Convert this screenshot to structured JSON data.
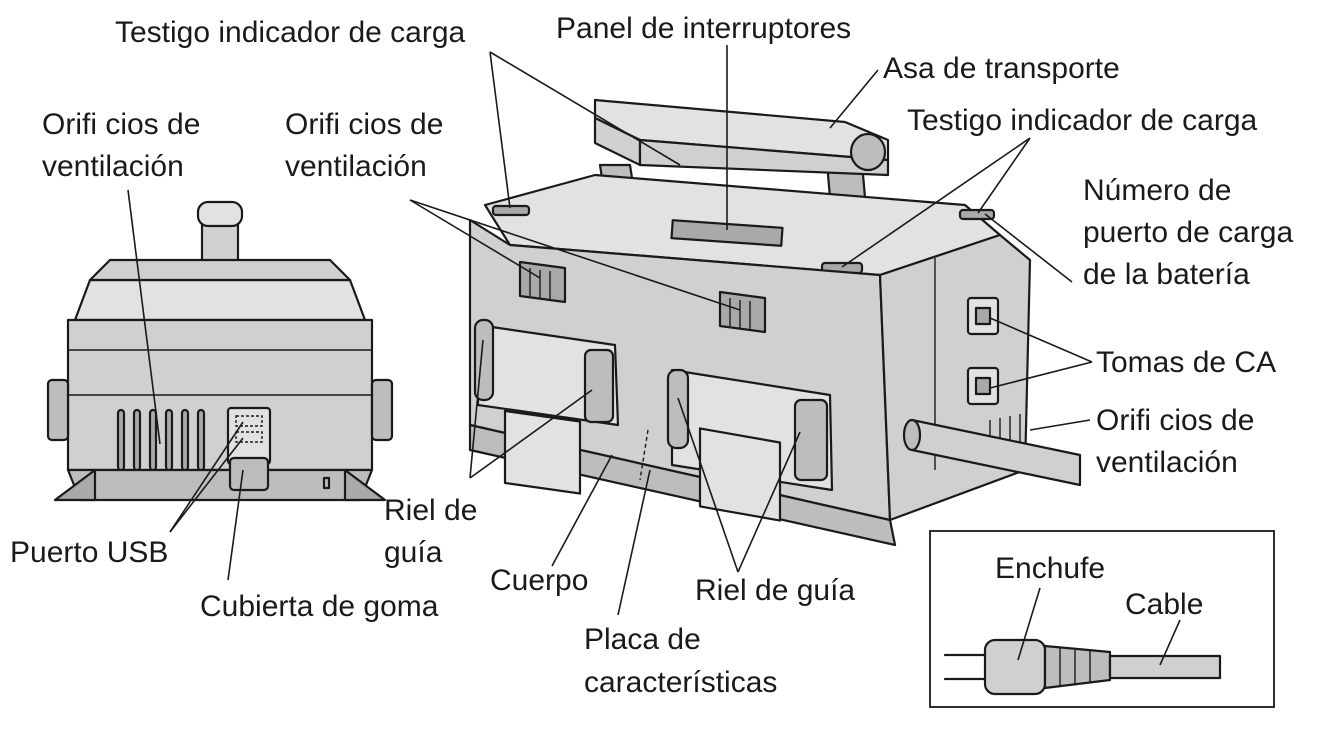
{
  "labels": {
    "charge_indicator_left": "Testigo indicador de carga",
    "switch_panel": "Panel de interruptores",
    "carry_handle": "Asa de transporte",
    "charge_indicator_right": "Testigo indicador de carga",
    "vents_left_1": "Orifi cios de",
    "vents_left_2": "ventilación",
    "vents_mid_1": "Orifi cios de",
    "vents_mid_2": "ventilación",
    "port_number_1": "Número de",
    "port_number_2": "puerto de carga",
    "port_number_3": "de la batería",
    "ac_outlets": "Tomas de CA",
    "vents_right_1": "Orifi cios de",
    "vents_right_2": "ventilación",
    "usb_port": "Puerto USB",
    "rubber_cover": "Cubierta de goma",
    "guide_rail_left_1": "Riel de",
    "guide_rail_left_2": "guía",
    "body": "Cuerpo",
    "guide_rail_right": "Riel de guía",
    "rating_plate_1": "Placa de",
    "rating_plate_2": "características",
    "plug": "Enchufe",
    "cable": "Cable"
  }
}
